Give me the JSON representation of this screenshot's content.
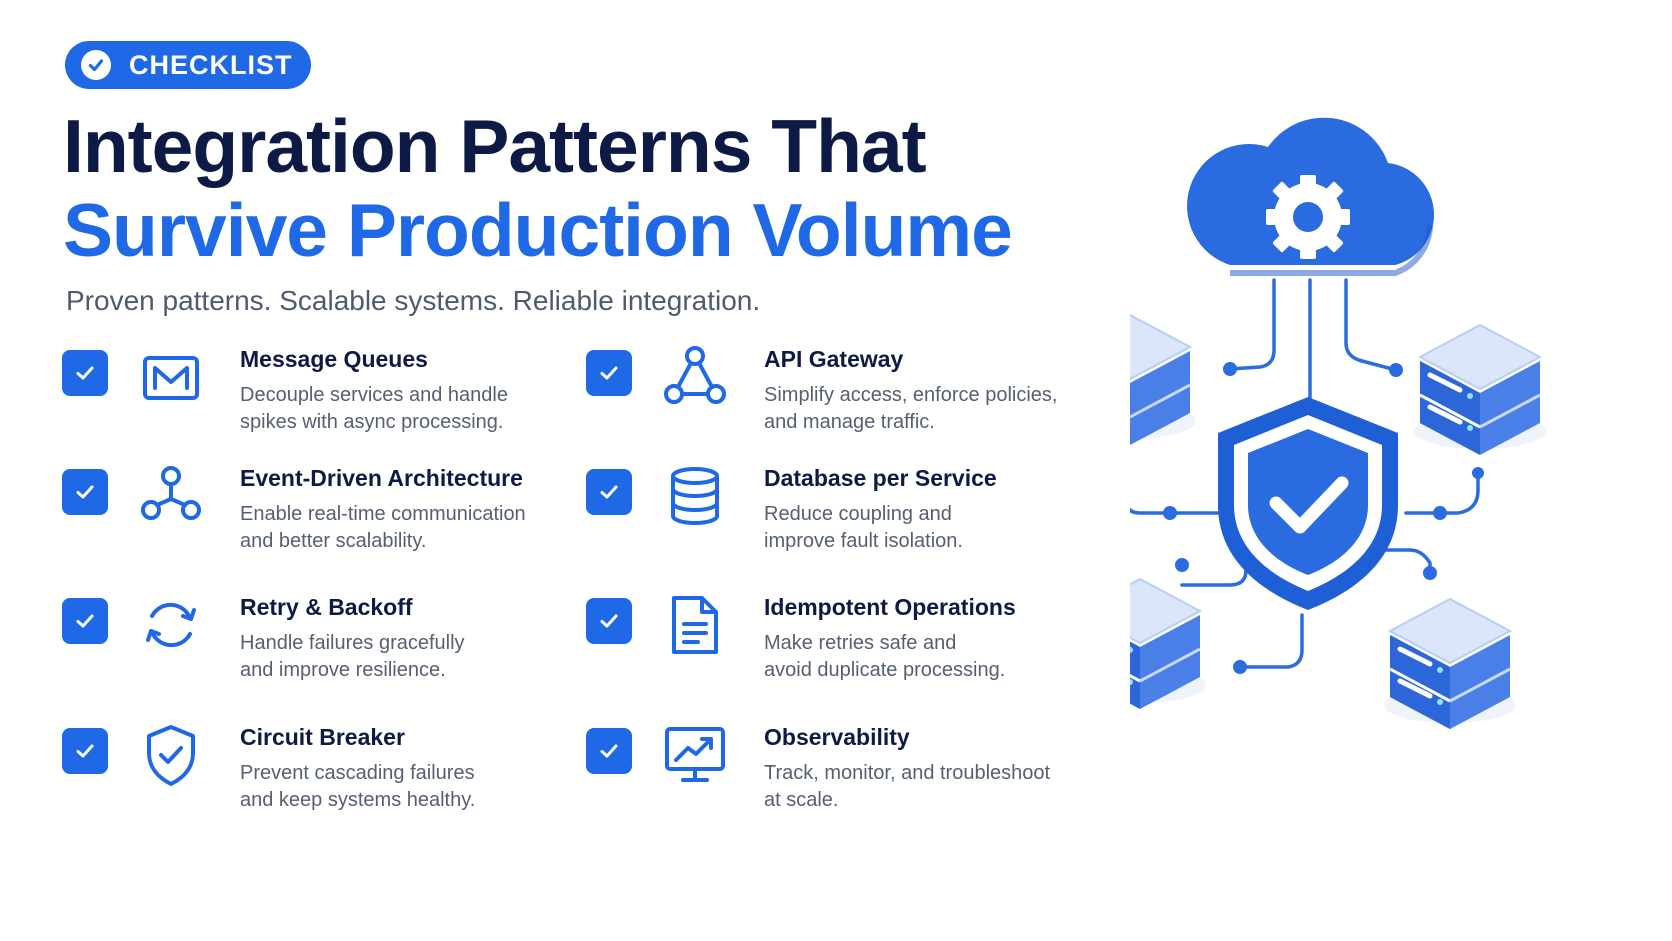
{
  "badge": {
    "label": "CHECKLIST"
  },
  "title": {
    "line1": "Integration Patterns That",
    "line2": "Survive Production Volume"
  },
  "subtitle": "Proven patterns. Scalable systems. Reliable integration.",
  "items": [
    {
      "title": "Message Queues",
      "desc_l1": "Decouple services and handle",
      "desc_l2": "spikes with async processing.",
      "icon": "envelope-icon",
      "checked": true
    },
    {
      "title": "Event-Driven Architecture",
      "desc_l1": "Enable real-time communication",
      "desc_l2": "and better scalability.",
      "icon": "event-nodes-icon",
      "checked": true
    },
    {
      "title": "Retry & Backoff",
      "desc_l1": "Handle failures gracefully",
      "desc_l2": "and improve resilience.",
      "icon": "retry-arrows-icon",
      "checked": true
    },
    {
      "title": "Circuit Breaker",
      "desc_l1": "Prevent cascading failures",
      "desc_l2": "and keep systems healthy.",
      "icon": "shield-check-icon",
      "checked": true
    },
    {
      "title": "API Gateway",
      "desc_l1": "Simplify access, enforce policies,",
      "desc_l2": "and manage traffic.",
      "icon": "network-triangle-icon",
      "checked": true
    },
    {
      "title": "Database per Service",
      "desc_l1": "Reduce coupling and",
      "desc_l2": "improve fault isolation.",
      "icon": "database-icon",
      "checked": true
    },
    {
      "title": "Idempotent Operations",
      "desc_l1": "Make retries safe and",
      "desc_l2": "avoid duplicate processing.",
      "icon": "document-icon",
      "checked": true
    },
    {
      "title": "Observability",
      "desc_l1": "Track, monitor, and troubleshoot",
      "desc_l2": "at scale.",
      "icon": "monitor-chart-icon",
      "checked": true
    }
  ],
  "colors": {
    "accent": "#1f68e6",
    "title": "#0d1a45",
    "text": "#555f72",
    "light": "#dbe6fb"
  }
}
